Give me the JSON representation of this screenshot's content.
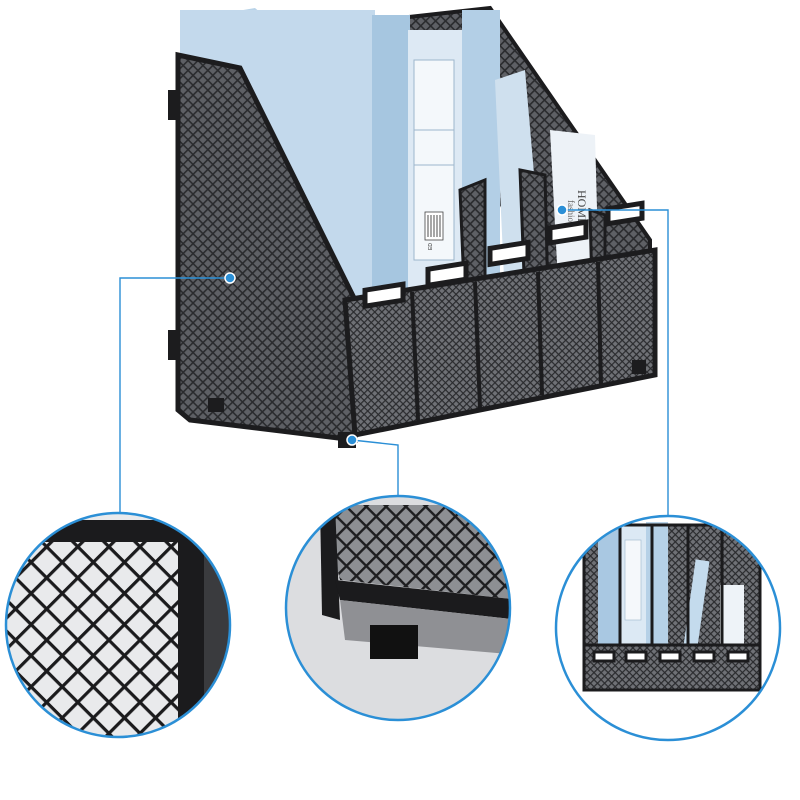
{
  "scene": {
    "product": "mesh-file-organizer",
    "compartments": 5,
    "detail_callouts": [
      "mesh-panel-closeup",
      "base-foot-closeup",
      "front-view-with-files"
    ],
    "printed_text": {
      "binder_spine": "ED",
      "magazine_brand": "HOME",
      "magazine_sub": "fashion"
    }
  },
  "colors": {
    "background": "#ffffff",
    "mesh_frame": "#1c1c1e",
    "mesh_fill": "#6b6d72",
    "callout_line": "#2b8fd6",
    "binder_blue": "#a8c8e2",
    "binder_light": "#dbe9f5"
  }
}
